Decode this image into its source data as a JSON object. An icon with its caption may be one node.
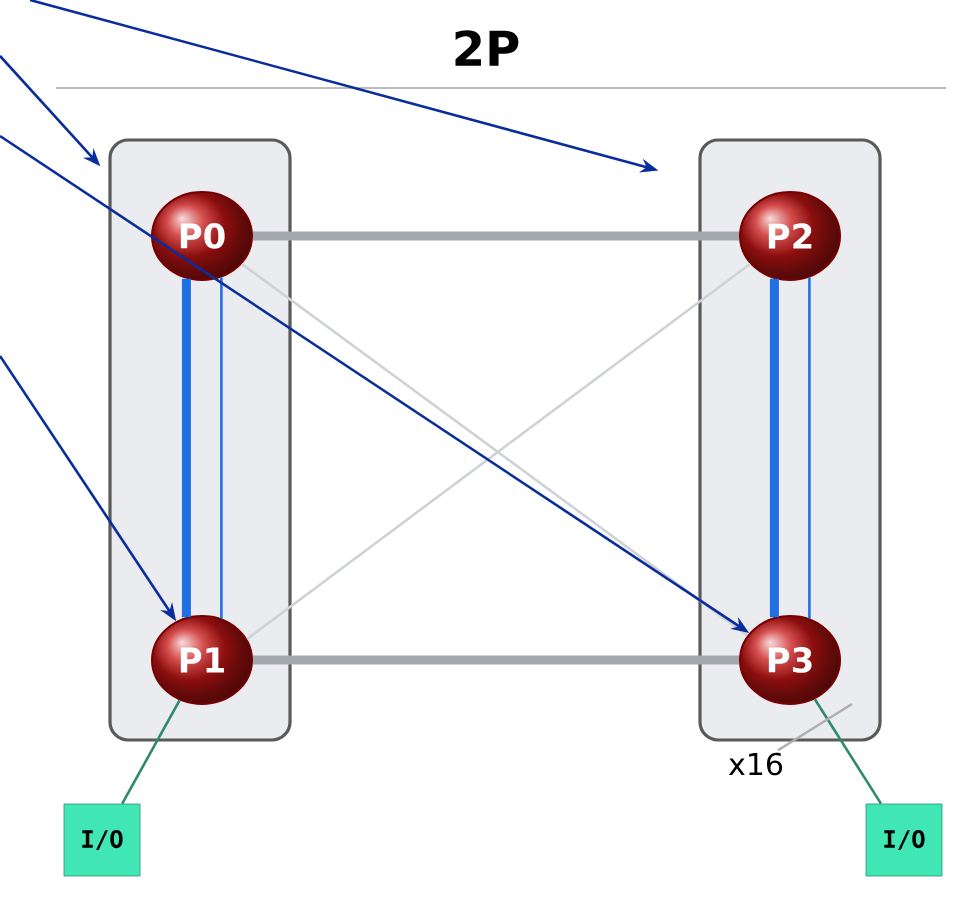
{
  "diagram": {
    "title": "2P",
    "nodes": [
      {
        "text": [],
        "shape": "box"
      },
      {
        "text": [],
        "shape": "box"
      },
      {
        "text": [
          "P0"
        ],
        "in": 0
      },
      {
        "text": [
          "P1"
        ],
        "in": 0
      },
      {
        "text": [
          "P2"
        ],
        "in": 1
      },
      {
        "text": [
          "P3"
        ],
        "in": 1
      },
      {
        "text": [
          "I/O"
        ]
      },
      {
        "text": [
          "I/O"
        ]
      },
      {
        "text": [
          "x16"
        ]
      }
    ],
    "edges": [
      {
        "from": 2,
        "to": 4,
        "arrow": "none",
        "style": "thick",
        "color": "#a3a8ad"
      },
      {
        "from": 3,
        "to": 5,
        "arrow": "none",
        "style": "thick",
        "color": "#a3a8ad"
      },
      {
        "from": 2,
        "to": 5,
        "arrow": "none",
        "color": "#cfd2d6"
      },
      {
        "from": 3,
        "to": 4,
        "arrow": "none",
        "color": "#cfd2d6"
      },
      {
        "from": 2,
        "to": 3,
        "arrow": "none",
        "style": "thick",
        "color": "#1f6fe5"
      },
      {
        "from": 2,
        "to": 3,
        "arrow": "none",
        "color": "#1f6fe5"
      },
      {
        "from": 4,
        "to": 5,
        "arrow": "none",
        "style": "thick",
        "color": "#1f6fe5"
      },
      {
        "from": 4,
        "to": 5,
        "arrow": "none",
        "color": "#1f6fe5"
      },
      {
        "from": 3,
        "to": 6,
        "arrow": "none",
        "color": "#2e8b6a"
      },
      {
        "from": 5,
        "to": 7,
        "arrow": "none",
        "color": "#2e8b6a"
      },
      {
        "from": 8,
        "to": null,
        "arrow": "none",
        "color": "#b0b0b0"
      },
      {
        "from": null,
        "to": 1,
        "arrow": "to",
        "color": "#0a2d9c"
      },
      {
        "from": null,
        "to": 0,
        "arrow": "to",
        "color": "#0a2d9c"
      },
      {
        "from": null,
        "to": 5,
        "arrow": "to",
        "color": "#0a2d9c"
      },
      {
        "from": null,
        "to": 3,
        "arrow": "to",
        "color": "#0a2d9c"
      }
    ]
  }
}
